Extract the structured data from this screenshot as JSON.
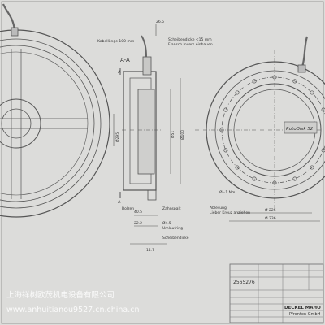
{
  "drawing": {
    "section_label": "A-A",
    "section_marker": "A",
    "callouts": {
      "cable_length": "Kabellänge 100 mm",
      "disc_thickness_note_1": "Scheibendicke <15 mm",
      "disc_thickness_note_2": "Flansch Invers einbauen",
      "dim_top": "26.5",
      "bolt_label": "Bolzen",
      "gear_label": "Zahnspalt",
      "groove_label": "Umlaufring",
      "disc_thickness_bottom": "Scheibendicke",
      "dim_left_1": "40.5",
      "dim_left_2": "Ø4.5",
      "dim_bottom_1": "22.2",
      "dim_bottom_2": "14.7",
      "dia_outer_side": "Ø295",
      "dia_mid_side_1": "Ø51",
      "dia_mid_side_2": "Ø100",
      "dia_pcd": "Ø 226",
      "dia_front": "Ø 236",
      "tolerance_line_1": "Ø=1 Nm",
      "tolerance_line_2": "Ablesung",
      "tolerance_line_3": "Lieber Kreuz anziehen",
      "brand_plate": "RotoDisk 52"
    },
    "title_block": {
      "drawing_number": "2565276",
      "company_name": "DECKEL MAHO",
      "company_place": "Pfronten GmbH"
    },
    "watermark": {
      "line_1": "上海祥树欧茂机电设备有限公司",
      "line_2": "www.anhuitianou9527.cn.china.cn"
    }
  }
}
